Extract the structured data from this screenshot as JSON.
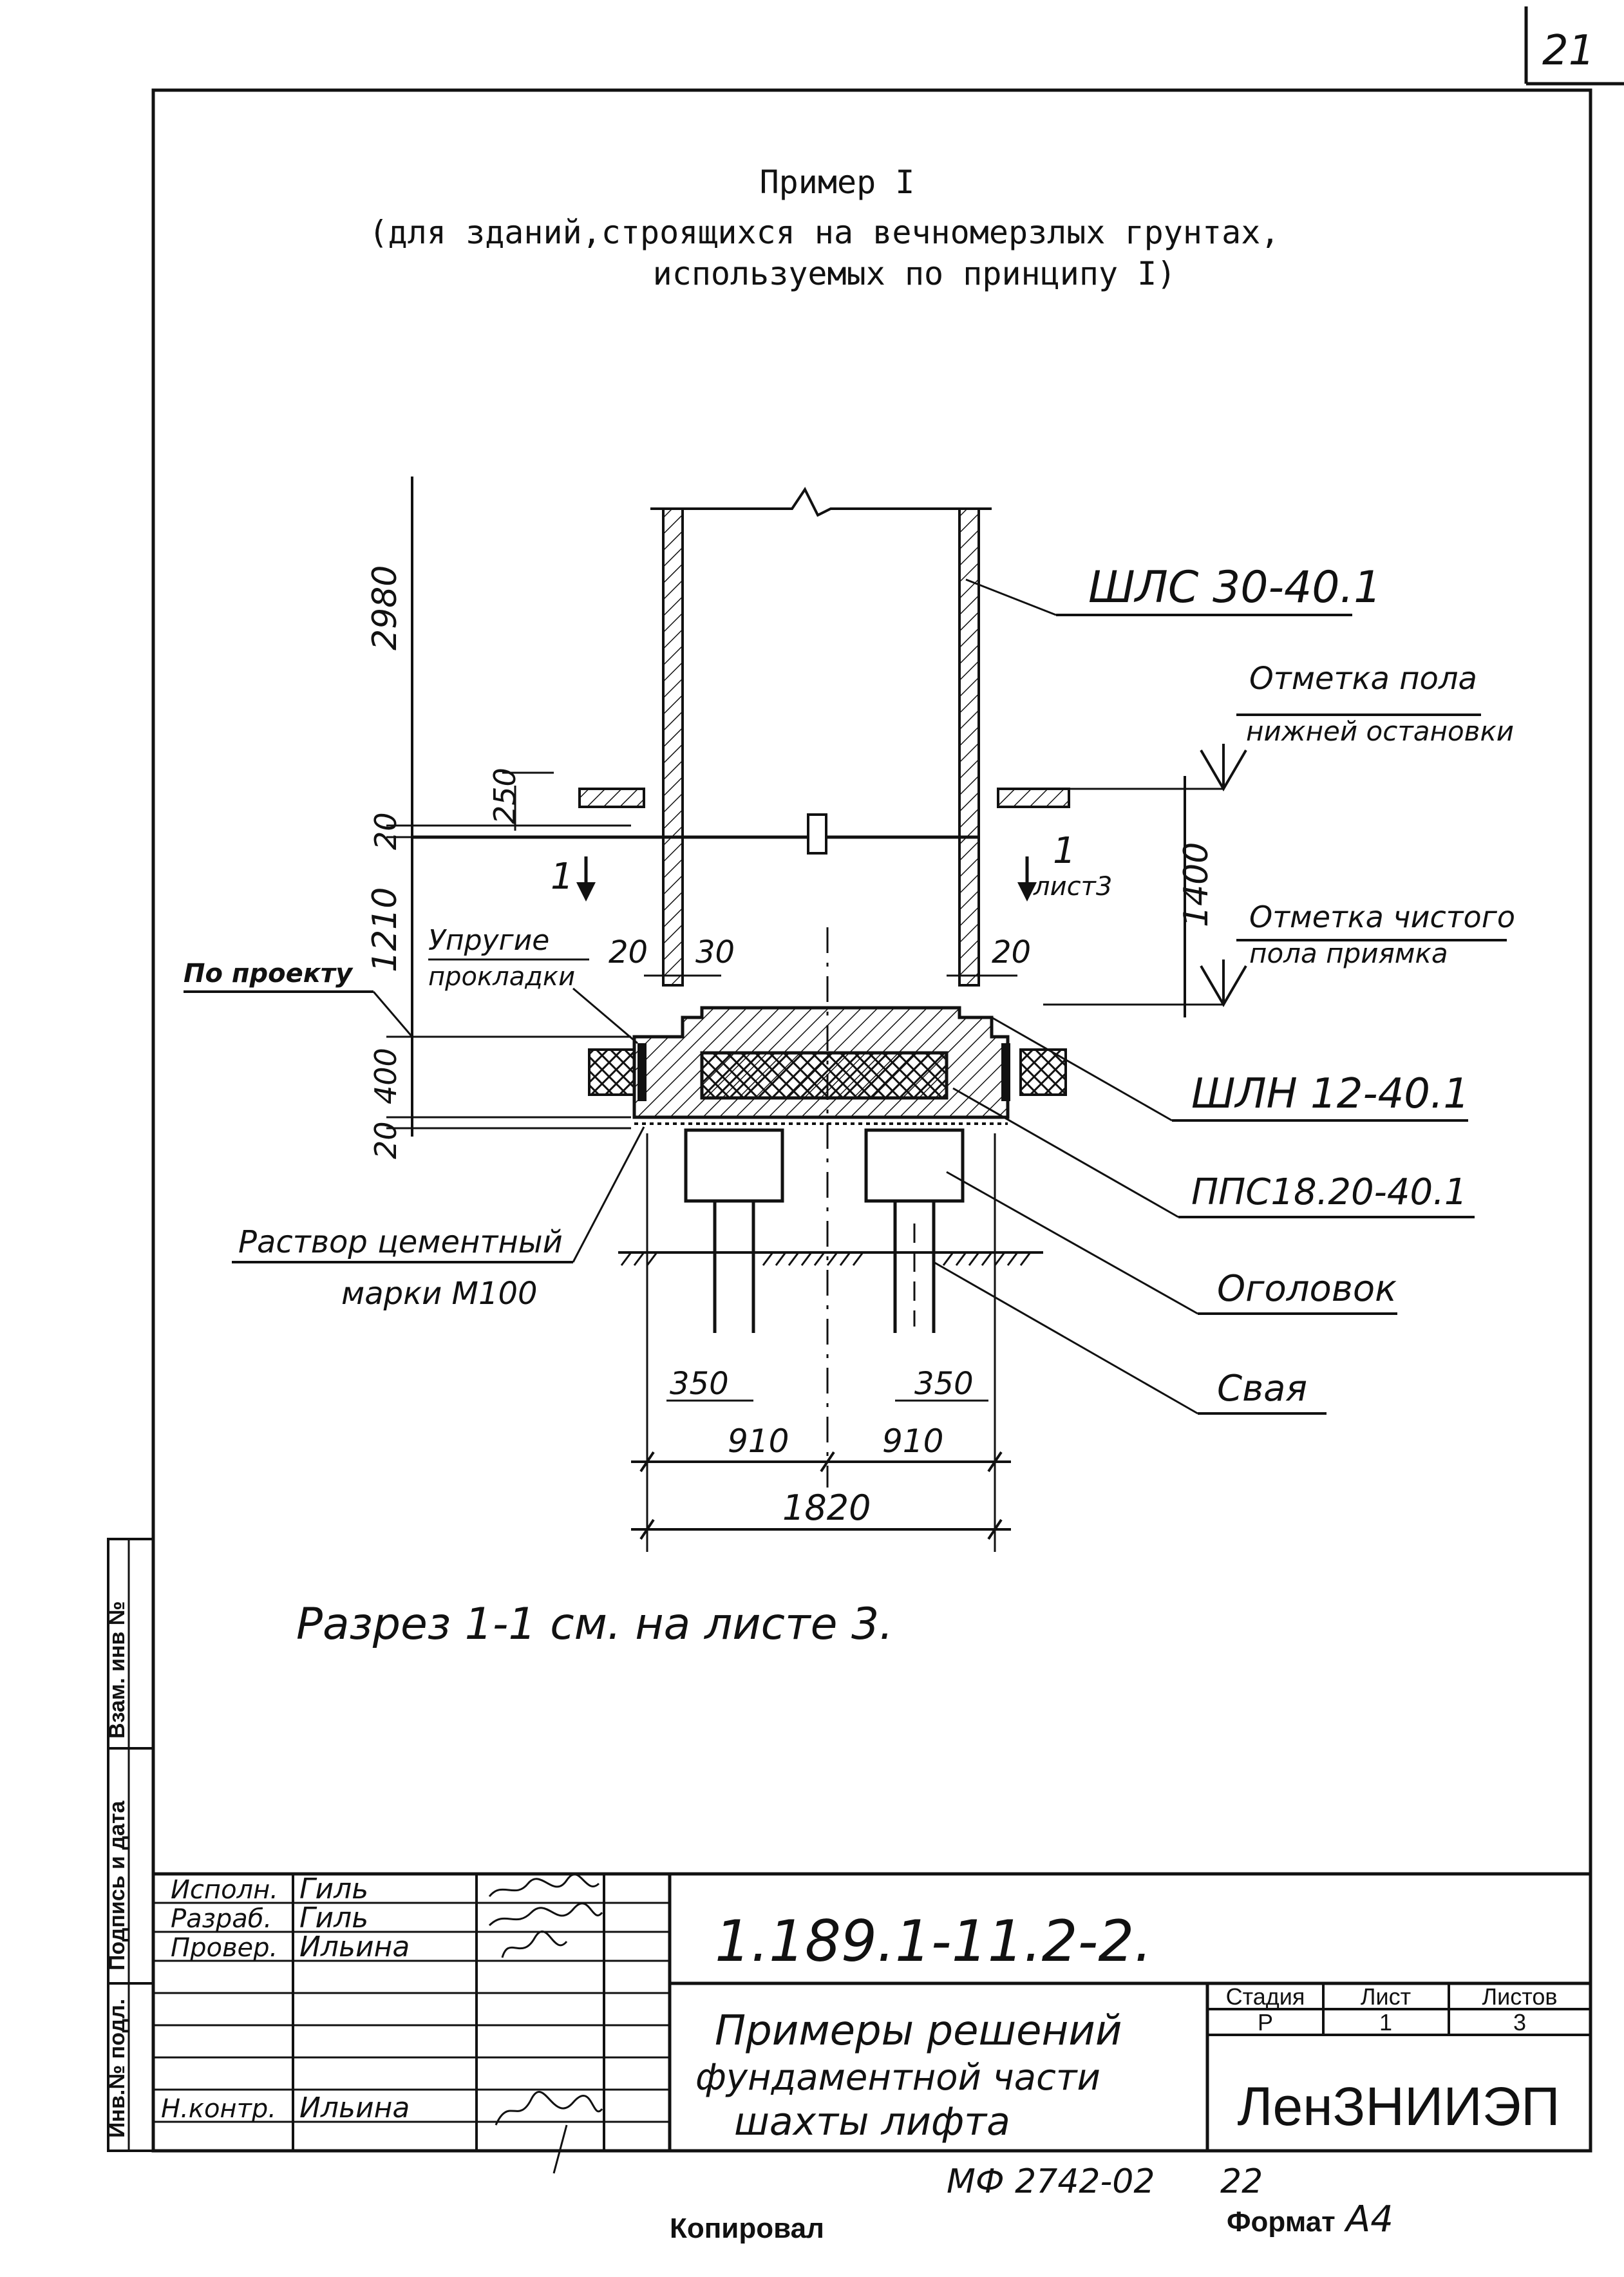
{
  "page_number": "21",
  "heading": {
    "title": "Пример I",
    "line1": "(для зданий,строящихся на вечномерзлых грунтах,",
    "line2": "используемых по принципу I)"
  },
  "dims": {
    "d2980": "2980",
    "d250": "250",
    "d20a": "20",
    "d1210": "1210",
    "d400": "400",
    "d20b": "20",
    "d20l": "20",
    "d30": "30",
    "d20r": "20",
    "d1400": "1400",
    "d350l": "350",
    "d350r": "350",
    "d910l": "910",
    "d910r": "910",
    "d1820": "1820"
  },
  "labels": {
    "shls": "ШЛС 30-40.1",
    "mark_floor_1": "Отметка пола",
    "mark_floor_2": "нижней остановки",
    "mark_pit_1": "Отметка чистого",
    "mark_pit_2": "пола приямка",
    "po_proektu": "По проекту",
    "pads_1": "Упругие",
    "pads_2": "прокладки",
    "section_num_l": "1",
    "section_num_r": "1",
    "list3": "лист3",
    "shln": "ШЛН 12-40.1",
    "pps": "ППС18.20-40.1",
    "mortar_1": "Раствор цементный",
    "mortar_2": "марки М100",
    "ogolovok": "Оголовок",
    "svaya": "Свая",
    "section_note": "Разрез 1-1 см. на листе 3."
  },
  "side_stamp": {
    "col1": "Инв.№ подл.",
    "col2": "Подпись и дата",
    "col3": "Взам. инв №"
  },
  "title_block": {
    "rows": [
      {
        "role": "Исполн.",
        "name": "Гиль"
      },
      {
        "role": "Разраб.",
        "name": "Гиль"
      },
      {
        "role": "Провер.",
        "name": "Ильина"
      },
      {
        "role": "Н.контр.",
        "name": "Ильина"
      }
    ],
    "code": "1.189.1-11.2-2.",
    "desc_1": "Примеры решений",
    "desc_2": "фундаментной части",
    "desc_3": "шахты лифта",
    "stage_label": "Стадия",
    "sheet_label": "Лист",
    "sheets_label": "Листов",
    "stage_value": "Р",
    "sheet_value": "1",
    "sheets_value": "3",
    "org": "ЛенЗНИИЭП"
  },
  "footer": {
    "mf": "МФ 2742-02",
    "mf_num": "22",
    "copied": "Копировал",
    "format_label": "Формат",
    "format_value": "А4"
  }
}
